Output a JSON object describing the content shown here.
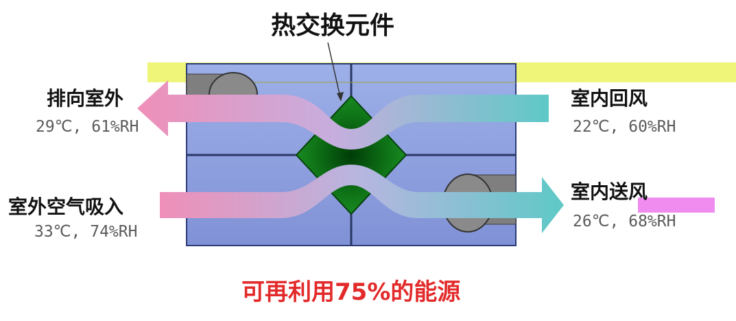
{
  "diagram": {
    "title": "热交换元件",
    "exhaust": {
      "label": "排向室外",
      "reading": "29℃, 61%RH"
    },
    "return_air": {
      "label": "室内回风",
      "reading": "22℃, 60%RH"
    },
    "intake": {
      "label": "室外空气吸入",
      "reading": "33℃, 74%RH"
    },
    "supply": {
      "label": "室内送风",
      "reading": "26℃, 68%RH"
    },
    "tagline": "可再利用75%的能源",
    "colors": {
      "exhaust_arrow": "#ef8fb8",
      "return_arrow": "#5ec9c6",
      "core": "#0f7a17",
      "housing": "#8c9fdc",
      "tagline": "#e32a2a",
      "band": "#eef578"
    }
  }
}
